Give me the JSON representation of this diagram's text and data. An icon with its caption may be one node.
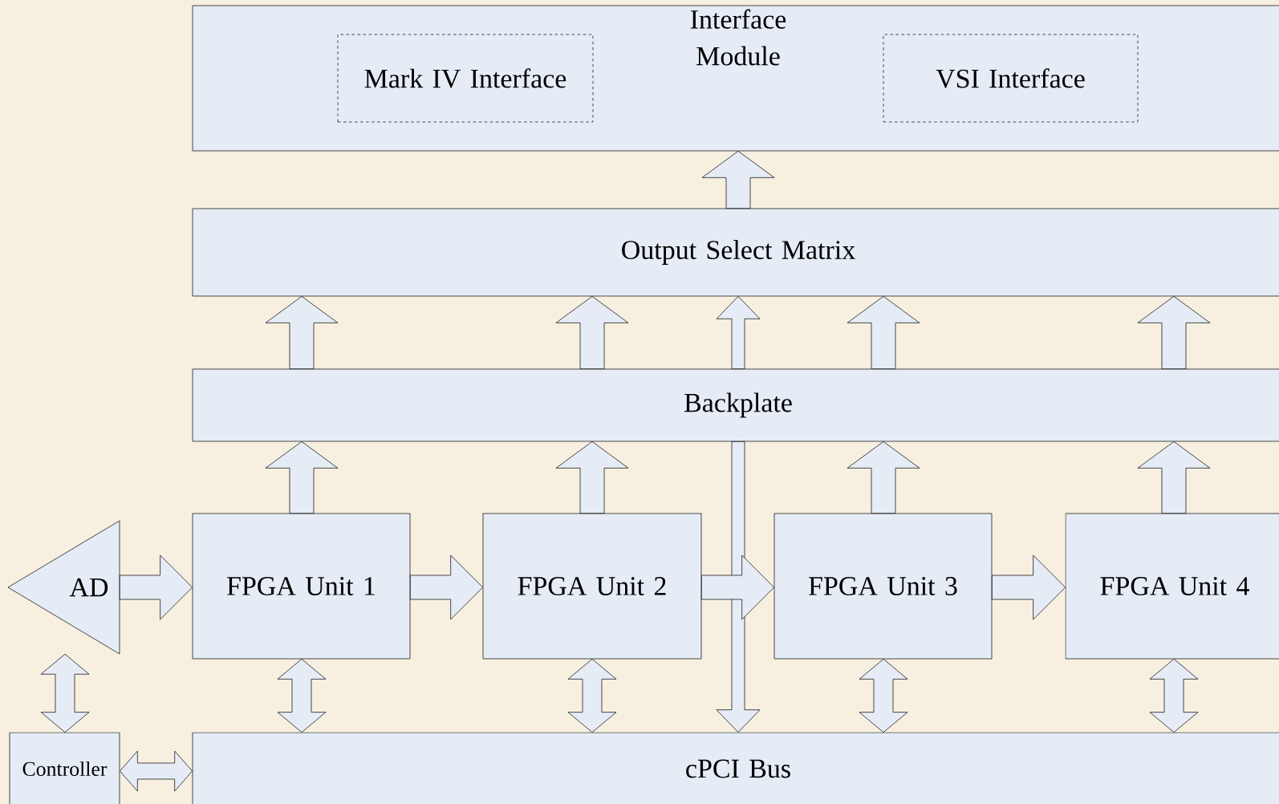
{
  "diagram": {
    "nodes": [
      {
        "text": [
          "Interface Module"
        ]
      },
      {
        "text": [
          "Mark IV Interface"
        ],
        "in": 0
      },
      {
        "text": [
          "VSI Interface"
        ],
        "in": 0
      },
      {
        "text": [
          "Output Select Matrix"
        ]
      },
      {
        "text": [
          "Backplate"
        ]
      },
      {
        "text": [
          "AD"
        ]
      },
      {
        "text": [
          "FPGA Unit 1"
        ]
      },
      {
        "text": [
          "FPGA Unit 2"
        ]
      },
      {
        "text": [
          "FPGA Unit 3"
        ]
      },
      {
        "text": [
          "FPGA Unit 4"
        ]
      },
      {
        "text": [
          "Controller"
        ]
      },
      {
        "text": [
          "cPCI Bus"
        ]
      }
    ],
    "edges": [
      {
        "from": 3,
        "to": 0,
        "arrow": "to"
      },
      {
        "from": 4,
        "to": 3,
        "arrow": "to"
      },
      {
        "from": 4,
        "to": 3,
        "arrow": "to"
      },
      {
        "from": 4,
        "to": 3,
        "arrow": "to"
      },
      {
        "from": 4,
        "to": 3,
        "arrow": "to"
      },
      {
        "from": 4,
        "to": 3,
        "arrow": "to"
      },
      {
        "from": 4,
        "to": 11,
        "arrow": "to"
      },
      {
        "from": 6,
        "to": 4,
        "arrow": "to"
      },
      {
        "from": 7,
        "to": 4,
        "arrow": "to"
      },
      {
        "from": 8,
        "to": 4,
        "arrow": "to"
      },
      {
        "from": 9,
        "to": 4,
        "arrow": "to"
      },
      {
        "from": 5,
        "to": 6,
        "arrow": "to"
      },
      {
        "from": 6,
        "to": 7,
        "arrow": "to"
      },
      {
        "from": 7,
        "to": 8,
        "arrow": "to"
      },
      {
        "from": 8,
        "to": 9,
        "arrow": "to"
      },
      {
        "from": 5,
        "to": 10,
        "arrow": "both"
      },
      {
        "from": 6,
        "to": 11,
        "arrow": "both"
      },
      {
        "from": 7,
        "to": 11,
        "arrow": "both"
      },
      {
        "from": 8,
        "to": 11,
        "arrow": "both"
      },
      {
        "from": 9,
        "to": 11,
        "arrow": "both"
      },
      {
        "from": 10,
        "to": 11,
        "arrow": "both"
      }
    ]
  }
}
